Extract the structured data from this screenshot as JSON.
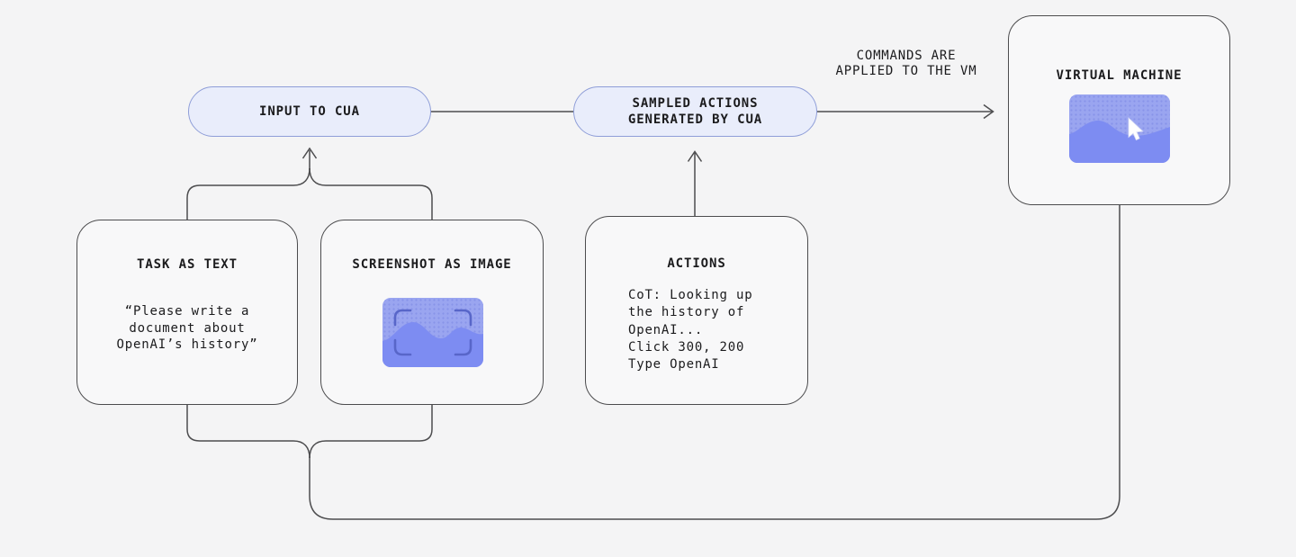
{
  "diagram": {
    "nodes": {
      "input_pill": {
        "label": "INPUT TO CUA"
      },
      "sampled_pill": {
        "label": "SAMPLED ACTIONS\nGENERATED BY CUA"
      },
      "vm_box": {
        "title": "VIRTUAL MACHINE",
        "icon": "screen-with-cursor-icon"
      },
      "task_box": {
        "title": "TASK AS TEXT",
        "body": "“Please write a\ndocument about\nOpenAI’s history”"
      },
      "screenshot_box": {
        "title": "SCREENSHOT AS IMAGE",
        "icon": "screenshot-viewfinder-icon"
      },
      "actions_box": {
        "title": "ACTIONS",
        "body": "CoT: Looking up\nthe history of\nOpenAI...\nClick 300, 200\nType OpenAI"
      }
    },
    "edges": {
      "pill_to_pill": {
        "label": ""
      },
      "sampled_to_vm": {
        "label": "COMMANDS ARE\nAPPLIED TO THE VM"
      },
      "actions_to_sampled": {
        "label": ""
      },
      "task_screenshot_merge_to_input": {
        "label": ""
      },
      "vm_feedback_loop": {
        "label": ""
      }
    },
    "colors": {
      "background": "#f4f4f5",
      "pill_fill": "#e9edfb",
      "pill_border": "#8f9ed8",
      "box_fill": "#f8f8f9",
      "box_border": "#4c4c4e",
      "line": "#4d4d4f",
      "text": "#1b1b1d",
      "thumb_base": "#9aa5f0",
      "thumb_dots": "#8793e9",
      "thumb_wave": "#7d8cf2",
      "thumb_bracket": "#5866c9",
      "cursor_fill": "#ffffff"
    }
  }
}
